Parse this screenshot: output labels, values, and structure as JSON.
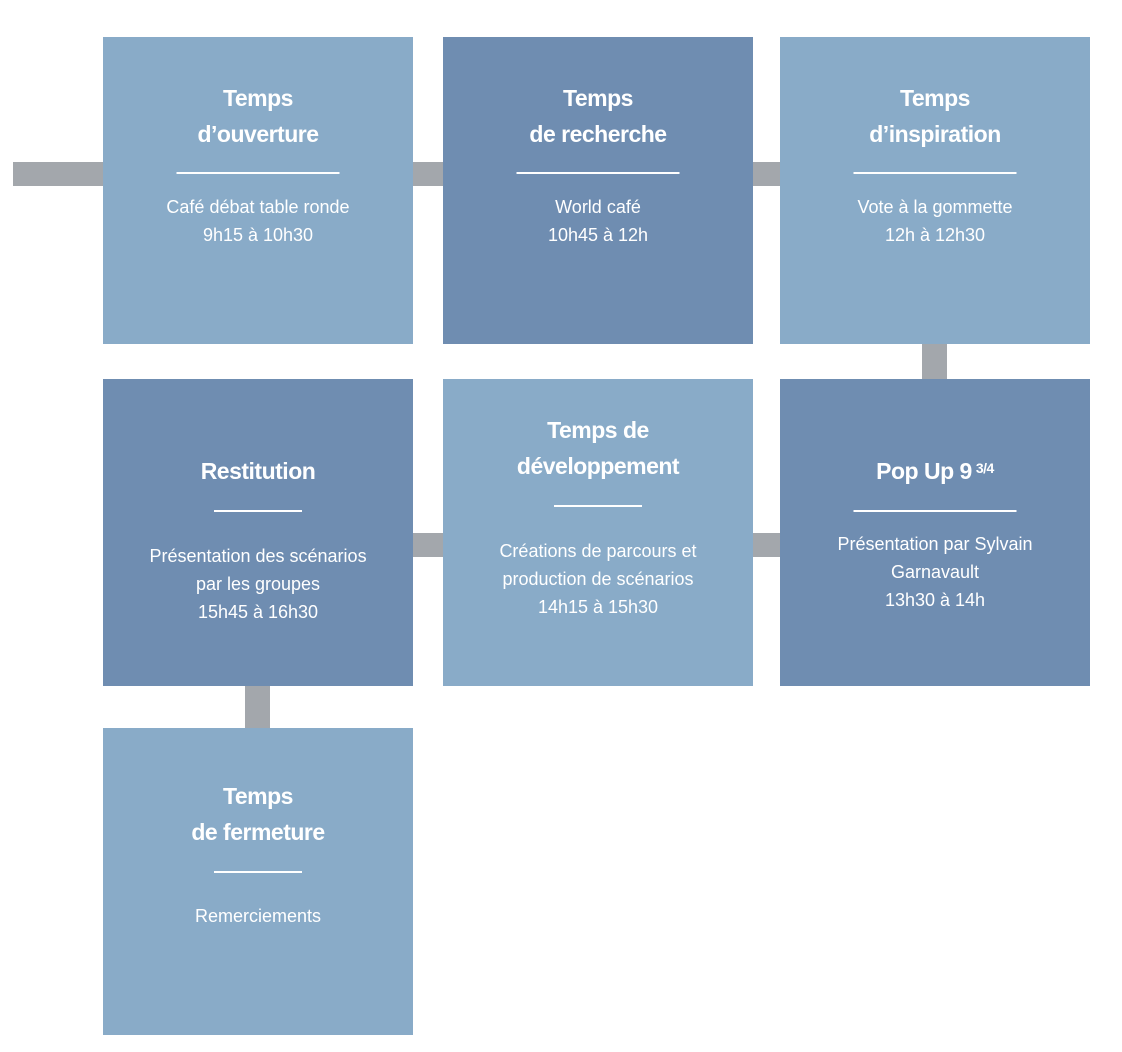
{
  "colors": {
    "light_box": "#89abc8",
    "dark_box": "#6f8db1",
    "connector": "#a3a7ac",
    "text": "#ffffff"
  },
  "boxes": [
    {
      "id": "ouverture",
      "shade": "light",
      "title_lines": [
        "Temps",
        "d’ouverture"
      ],
      "desc_lines": [
        "Café débat table ronde",
        "9h15 à 10h30"
      ]
    },
    {
      "id": "recherche",
      "shade": "dark",
      "title_lines": [
        "Temps",
        "de recherche"
      ],
      "desc_lines": [
        "World café",
        "10h45 à 12h"
      ]
    },
    {
      "id": "inspiration",
      "shade": "light",
      "title_lines": [
        "Temps",
        "d’inspiration"
      ],
      "desc_lines": [
        "Vote à la gommette",
        "12h à 12h30"
      ]
    },
    {
      "id": "popup",
      "shade": "dark",
      "title_text": "Pop Up 9",
      "title_sup": "3/4",
      "desc_lines": [
        "Présentation par Sylvain",
        "Garnavault",
        "13h30 à 14h"
      ]
    },
    {
      "id": "developpement",
      "shade": "light",
      "title_lines": [
        "Temps de",
        "développement"
      ],
      "desc_lines": [
        "Créations de parcours et",
        "production de scénarios",
        "14h15 à 15h30"
      ]
    },
    {
      "id": "restitution",
      "shade": "dark",
      "title_lines": [
        "Restitution"
      ],
      "desc_lines": [
        "Présentation des scénarios",
        "par les groupes",
        "15h45 à 16h30"
      ]
    },
    {
      "id": "fermeture",
      "shade": "light",
      "title_lines": [
        "Temps",
        "de fermeture"
      ],
      "desc_lines": [
        "Remerciements"
      ]
    }
  ]
}
